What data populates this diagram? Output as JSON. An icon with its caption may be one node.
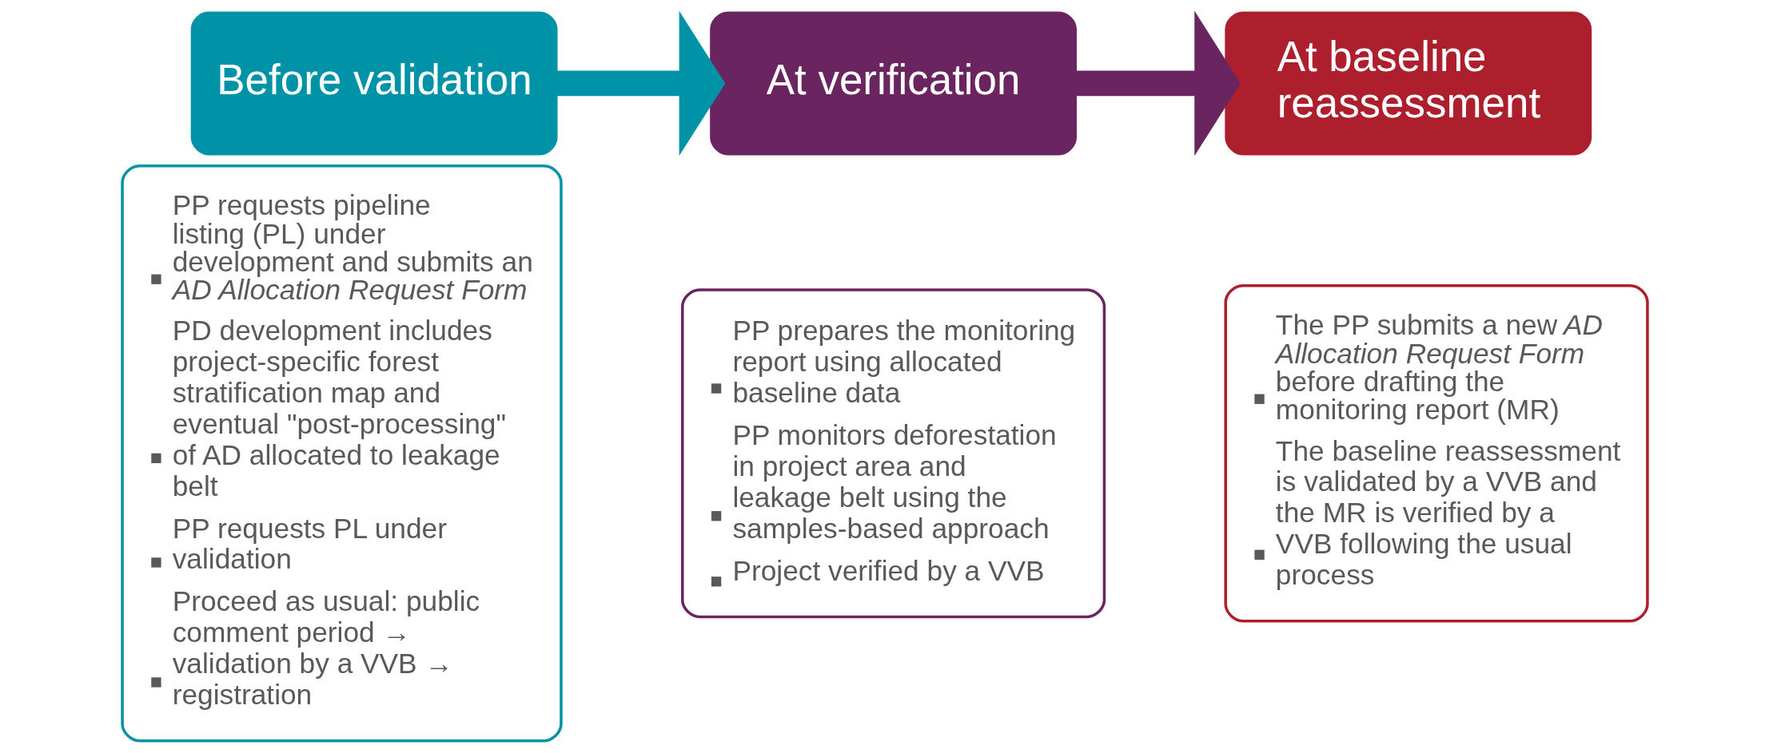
{
  "diagram": {
    "nodes": [
      {
        "text": [
          "Before validation"
        ]
      },
      {
        "text": [
          "PP requests pipeline listing (PL) under development and submits an *AD Allocation Request Form*",
          "PD development includes project-specific forest stratification map and eventual \"post-processing\" of AD allocated to leakage belt",
          "PP requests PL under validation",
          "Proceed as usual: public comment period → validation by a VVB → registration"
        ]
      },
      {
        "text": [
          "At verification"
        ]
      },
      {
        "text": [
          "PP prepares the monitoring report using allocated baseline data",
          "PP monitors deforestation in project area and leakage belt using the samples-based approach",
          "Project verified by a VVB"
        ]
      },
      {
        "text": [
          "At baseline reassessment"
        ]
      },
      {
        "text": [
          "The PP submits a new *AD Allocation Request Form* before drafting the monitoring report (MR)",
          "The baseline reassessment is validated by a VVB and the MR is verified by a VVB following the usual process"
        ]
      }
    ],
    "edges": [
      {
        "from": 0,
        "to": 2,
        "arrow": "to",
        "color": "#0093a8"
      },
      {
        "from": 2,
        "to": 4,
        "arrow": "to",
        "color": "#6a2561"
      }
    ]
  }
}
